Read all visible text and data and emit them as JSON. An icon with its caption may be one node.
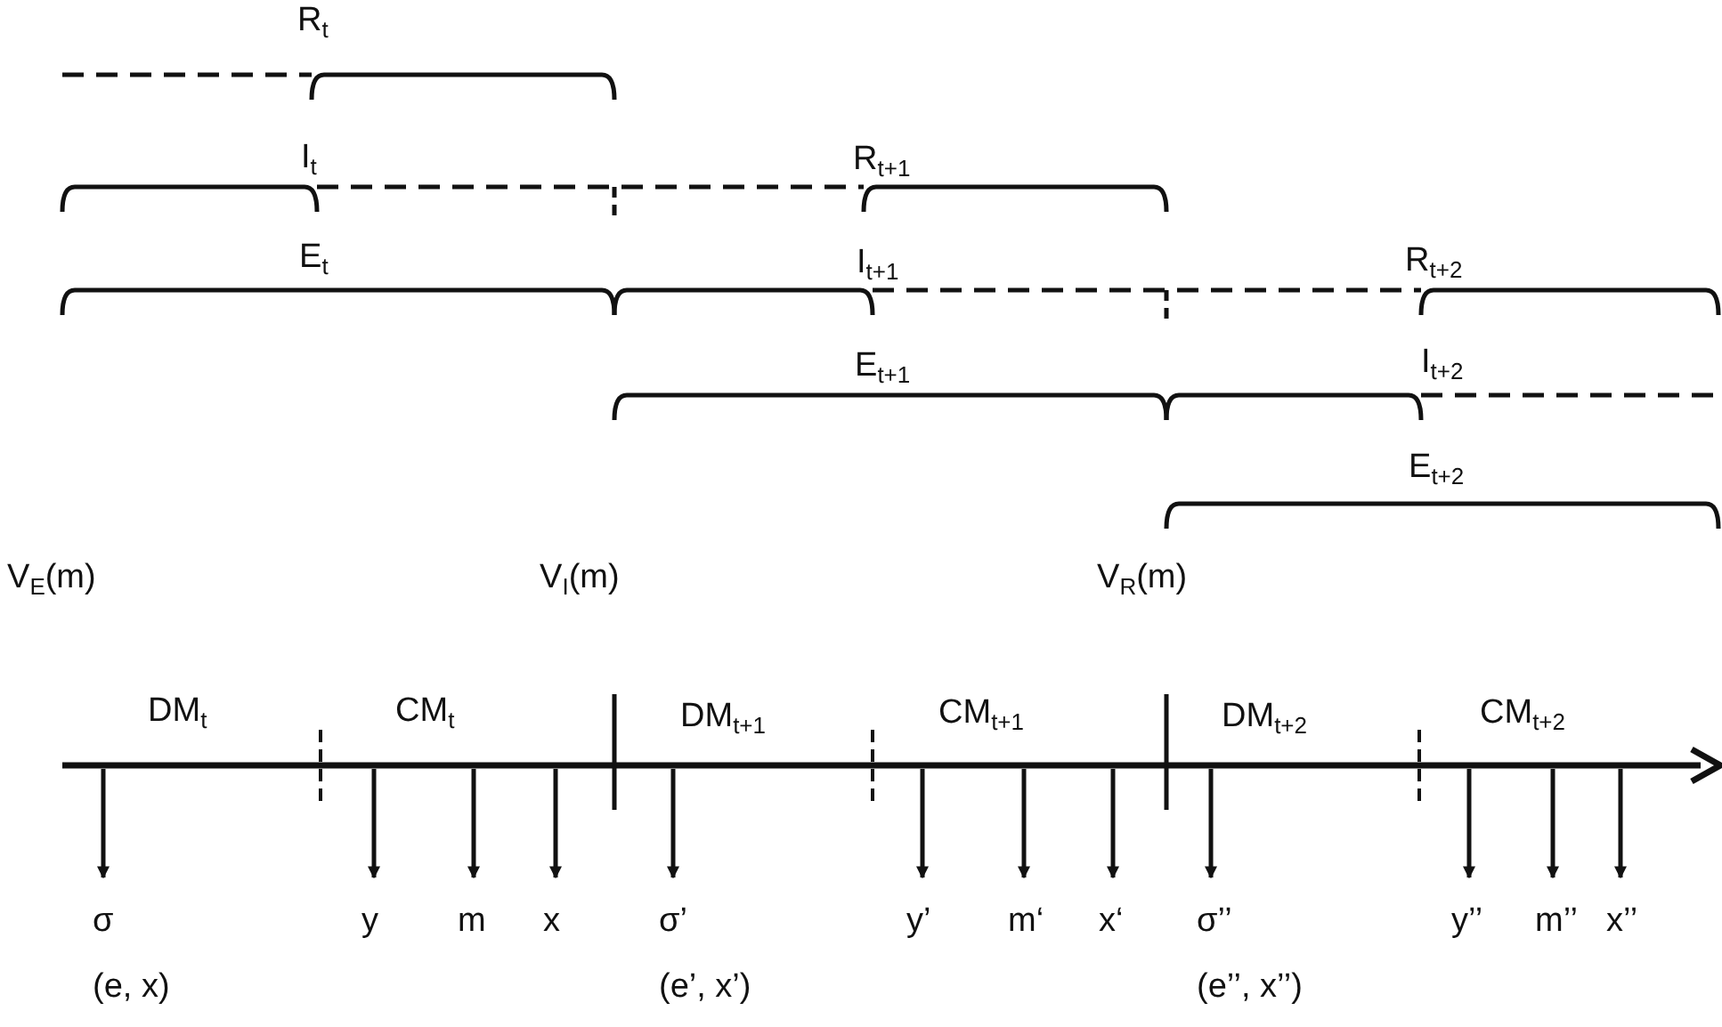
{
  "diagram": {
    "nodes": [
      {
        "text": [
          "σ",
          "(e, x)"
        ]
      },
      {
        "text": [
          "y"
        ]
      },
      {
        "text": [
          "m"
        ]
      },
      {
        "text": [
          "x"
        ]
      },
      {
        "text": [
          "σ’",
          "(e’, x’)"
        ]
      },
      {
        "text": [
          "y’"
        ]
      },
      {
        "text": [
          "m‘"
        ]
      },
      {
        "text": [
          "x‘"
        ]
      },
      {
        "text": [
          "σ’’",
          "(e’’, x’’)"
        ]
      },
      {
        "text": [
          "y’’"
        ]
      },
      {
        "text": [
          "m’’"
        ]
      },
      {
        "text": [
          "x’’"
        ]
      }
    ],
    "edges": [
      {
        "from": null,
        "to": 0,
        "arrow": "to"
      },
      {
        "from": null,
        "to": 1,
        "arrow": "to"
      },
      {
        "from": null,
        "to": 2,
        "arrow": "to"
      },
      {
        "from": null,
        "to": 3,
        "arrow": "to"
      },
      {
        "from": null,
        "to": 4,
        "arrow": "to"
      },
      {
        "from": null,
        "to": 5,
        "arrow": "to"
      },
      {
        "from": null,
        "to": 6,
        "arrow": "to"
      },
      {
        "from": null,
        "to": 7,
        "arrow": "to"
      },
      {
        "from": null,
        "to": 8,
        "arrow": "to"
      },
      {
        "from": null,
        "to": 9,
        "arrow": "to"
      },
      {
        "from": null,
        "to": 10,
        "arrow": "to"
      },
      {
        "from": null,
        "to": 11,
        "arrow": "to"
      }
    ],
    "labels": [
      "R$_{t}$",
      "I$_{t}$",
      "R$_{t+1}$",
      "E$_{t}$",
      "I$_{t+1}$",
      "R$_{t+2}$",
      "E$_{t+1}$",
      "I$_{t+2}$",
      "E$_{t+2}$",
      "V$_{E}$(m)",
      "V$_{I}$(m)",
      "V$_{R}$(m)",
      "DM$_{t}$",
      "CM$_{t}$",
      "DM$_{t+1}$",
      "CM$_{t+1}$",
      "DM$_{t+2}$",
      "CM$_{t+2}$"
    ]
  }
}
